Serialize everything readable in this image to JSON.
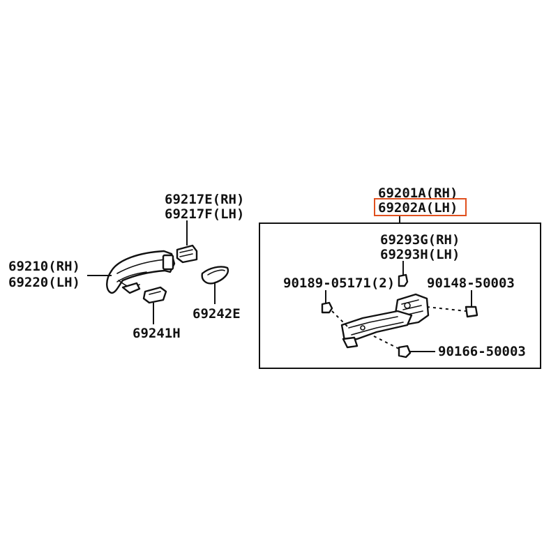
{
  "highlight_color": "#e0501e",
  "labels": {
    "handle_rh": "69210(RH)",
    "handle_lh": "69220(LH)",
    "cap_rh": "69217E(RH)",
    "cap_lh": "69217F(LH)",
    "pad_241": "69241H",
    "pad_242": "69242E",
    "frame_rh": "69201A(RH)",
    "frame_lh": "69202A(LH)",
    "cable_rh": "69293G(RH)",
    "cable_lh": "69293H(LH)",
    "bolt_05171": "90189-05171(2)",
    "bolt_50003a": "90148-50003",
    "bolt_50003b": "90166-50003"
  }
}
